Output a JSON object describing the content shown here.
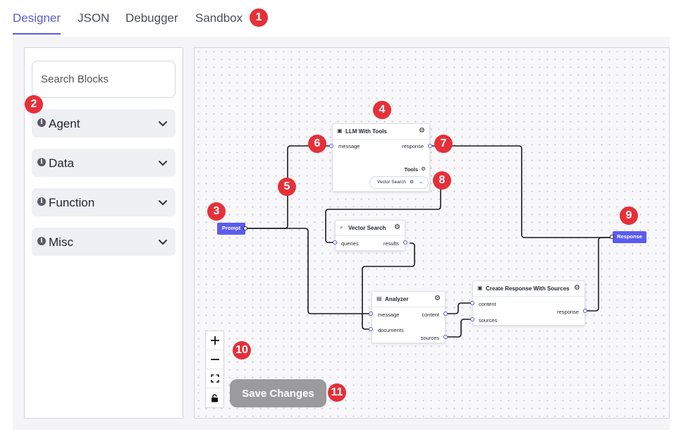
{
  "tabs": [
    {
      "label": "Designer",
      "active": true
    },
    {
      "label": "JSON",
      "active": false
    },
    {
      "label": "Debugger",
      "active": false
    },
    {
      "label": "Sandbox",
      "active": false
    }
  ],
  "sidebar": {
    "search_placeholder": "Search Blocks",
    "categories": [
      {
        "label": "Agent"
      },
      {
        "label": "Data"
      },
      {
        "label": "Function"
      },
      {
        "label": "Misc"
      }
    ]
  },
  "nodes": {
    "prompt": {
      "label": "Prompt"
    },
    "response": {
      "label": "Response"
    },
    "llm": {
      "title": "LLM With Tools",
      "in": "message",
      "out": "response",
      "tools_label": "Tools",
      "tool_chip": "Vector Search"
    },
    "vector": {
      "title": "Vector Search",
      "in": "queries",
      "out": "results"
    },
    "analyzer": {
      "title": "Analyzer",
      "in1": "message",
      "in2": "documents",
      "out1": "content",
      "out2": "sources"
    },
    "create": {
      "title": "Create Response With Sources",
      "in1": "content",
      "in2": "sources",
      "out": "response"
    }
  },
  "save_button": {
    "label": "Save Changes"
  },
  "callouts": [
    "1",
    "2",
    "3",
    "4",
    "5",
    "6",
    "7",
    "8",
    "9",
    "10",
    "11"
  ],
  "colors": {
    "accent": "#5b5bd6",
    "callout": "#e5303a",
    "node_pill": "#5b5bf0",
    "save_disabled": "#9b9b9d"
  },
  "icons": {
    "zoom_in": "plus-icon",
    "zoom_out": "minus-icon",
    "fit": "fit-view-icon",
    "lock": "lock-icon"
  }
}
